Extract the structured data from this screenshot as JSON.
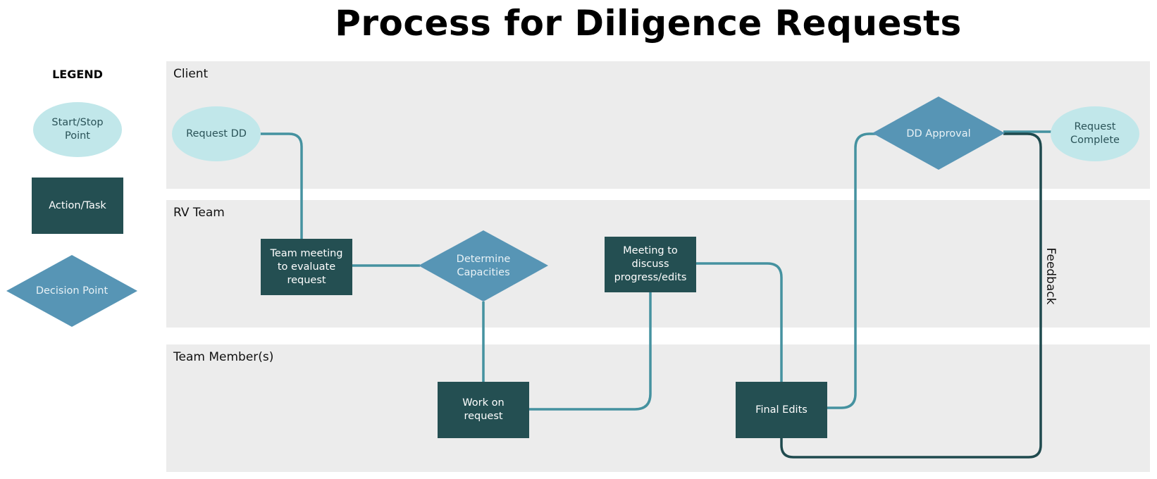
{
  "title": "Process for Diligence Requests",
  "legend": {
    "heading": "LEGEND",
    "start_stop": "Start/Stop Point",
    "action_task": "Action/Task",
    "decision_point": "Decision Point"
  },
  "lanes": {
    "client": "Client",
    "rv_team": "RV Team",
    "team_members": "Team Member(s)"
  },
  "nodes": {
    "request_dd": "Request DD",
    "team_meeting": "Team meeting to evaluate request",
    "determine_capacities": "Determine Capacities",
    "work_on_request": "Work on request",
    "meeting_progress": "Meeting to discuss progress/edits",
    "final_edits": "Final Edits",
    "dd_approval": "DD Approval",
    "request_complete": "Request Complete"
  },
  "edge_labels": {
    "feedback": "Feedback"
  },
  "colors": {
    "start_stop": "#c1e7ea",
    "action": "#244f52",
    "decision": "#5795b5",
    "connector": "#4592a0",
    "feedback_connector": "#1f4a4e",
    "lane_bg": "#ececec"
  }
}
